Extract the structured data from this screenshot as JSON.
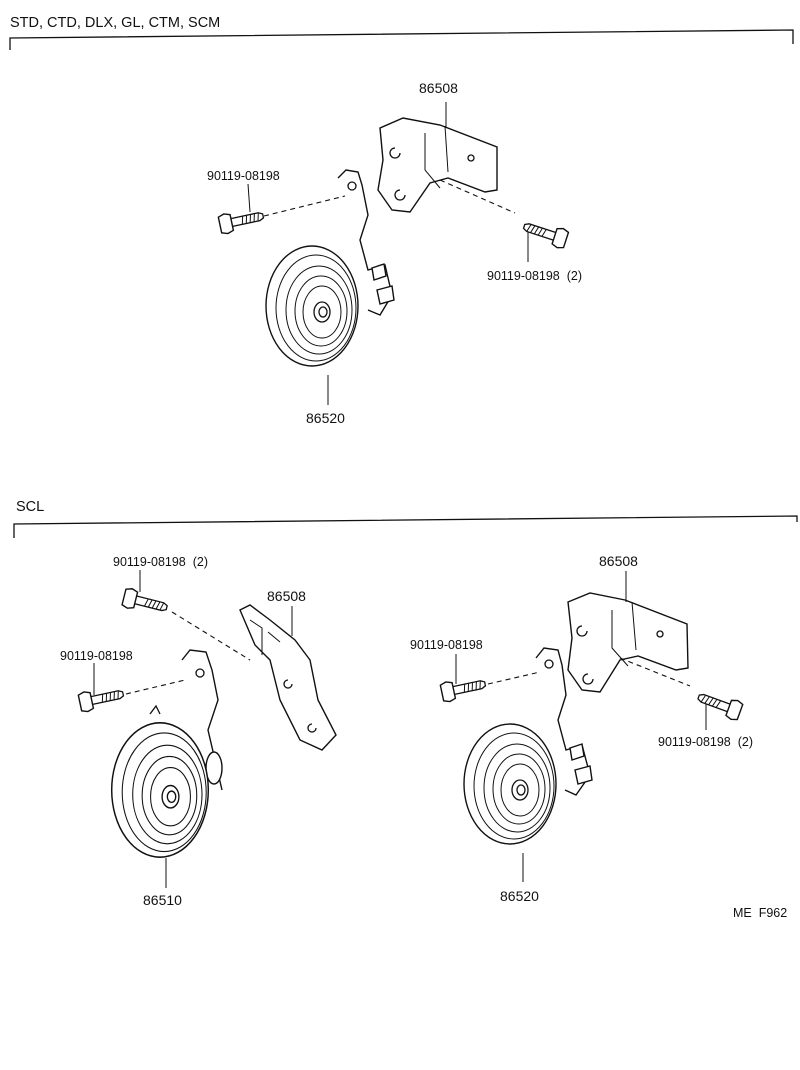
{
  "sections": {
    "top": {
      "title": "STD, CTD, DLX, GL, CTM, SCM"
    },
    "bottom": {
      "title": "SCL"
    }
  },
  "parts": {
    "top_bracket": "86508",
    "top_bolt_left": "90119-08198",
    "top_bolt_right": "90119-08198  (2)",
    "top_horn": "86520",
    "bl_bolt_upper": "90119-08198  (2)",
    "bl_bolt_lower": "90119-08198",
    "bl_bracket": "86508",
    "bl_horn": "86510",
    "br_bracket": "86508",
    "br_bolt_left": "90119-08198",
    "br_bolt_right": "90119-08198  (2)",
    "br_horn": "86520"
  },
  "footer": {
    "code": "ME  F962"
  }
}
